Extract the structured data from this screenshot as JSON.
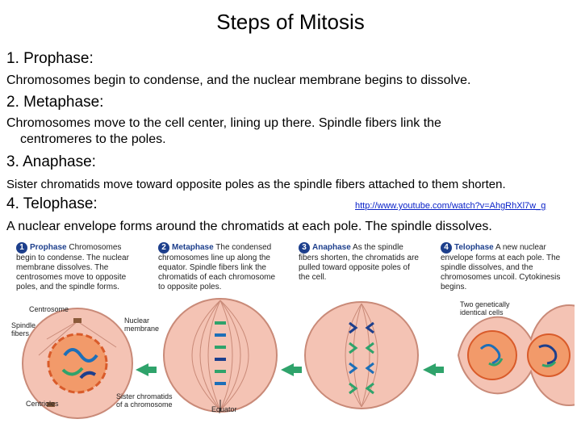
{
  "title": "Steps of Mitosis",
  "steps": [
    {
      "heading": "1. Prophase:",
      "desc": "Chromosomes begin to condense, and the nuclear membrane begins to dissolve."
    },
    {
      "heading": "2. Metaphase:",
      "desc_line1": "Chromosomes move to the cell center, lining up there. Spindle fibers link the",
      "desc_line2": "centromeres to the poles."
    },
    {
      "heading": "3. Anaphase:",
      "desc": "Sister chromatids move toward opposite poles as the spindle fibers attached to them shorten."
    },
    {
      "heading": "4. Telophase:",
      "desc": "A nuclear envelope forms around the chromatids at each pole. The spindle dissolves."
    }
  ],
  "link_text": "http://www.youtube.com/watch?v=AhgRhXl7w_g",
  "figure": {
    "panels": [
      {
        "num": "1",
        "phase": "Prophase",
        "text": "Chromosomes begin to condense. The nuclear membrane dissolves. The centrosomes move to opposite poles, and the spindle forms."
      },
      {
        "num": "2",
        "phase": "Metaphase",
        "text": "The condensed chromosomes line up along the equator. Spindle fibers link the chromatids of each chromosome to opposite poles."
      },
      {
        "num": "3",
        "phase": "Anaphase",
        "text": "As the spindle fibers shorten, the chromatids are pulled toward opposite poles of the cell."
      },
      {
        "num": "4",
        "phase": "Telophase",
        "text": "A new nuclear envelope forms at each pole. The spindle dissolves, and the chromosomes uncoil. Cytokinesis begins."
      }
    ],
    "labels": {
      "centrosome": "Centrosome",
      "spindle_fibers_1": "Spindle",
      "spindle_fibers_2": "fibers",
      "nuclear_membrane_1": "Nuclear",
      "nuclear_membrane_2": "membrane",
      "centrioles": "Centrioles",
      "sister_chromatids_1": "Sister chromatids",
      "sister_chromatids_2": "of a chromosome",
      "equator": "Equator",
      "two_cells_1": "Two genetically",
      "two_cells_2": "identical cells"
    }
  },
  "colors": {
    "phase_blue": "#1d3f8c",
    "cell_pink": "#f2b8a8",
    "nucleus_orange": "#e8703a",
    "arrow_green": "#2fa36b"
  }
}
